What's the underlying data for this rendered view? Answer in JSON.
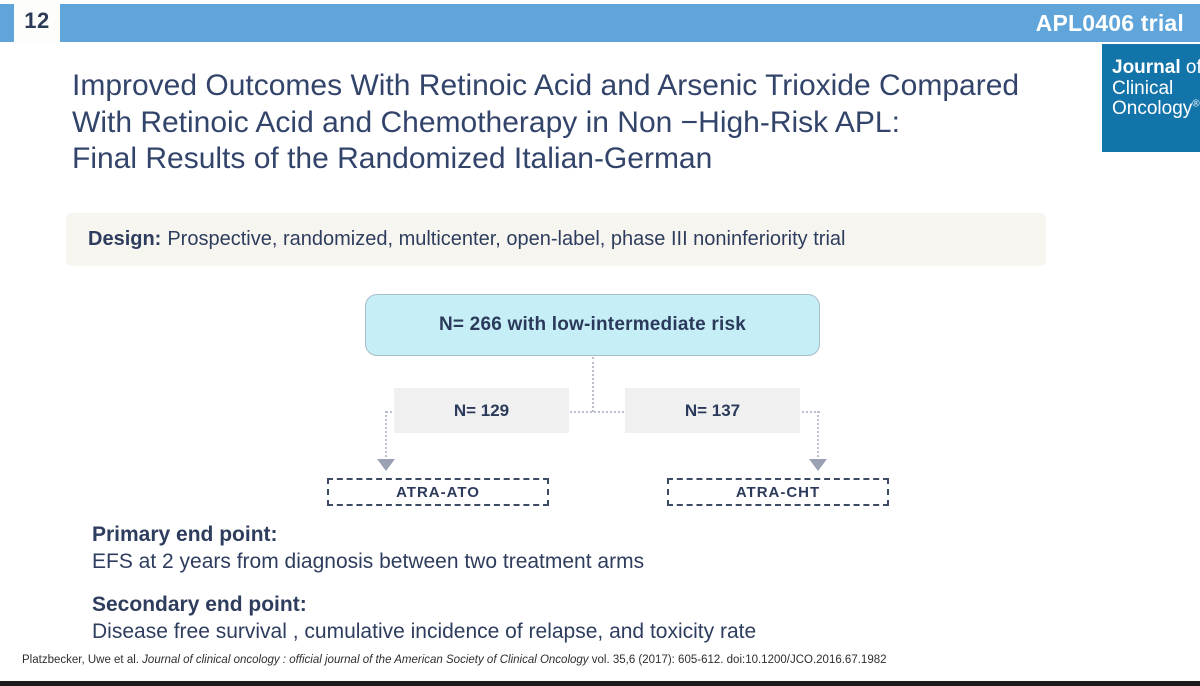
{
  "header": {
    "page_number": "12",
    "trial_name": "APL0406 trial",
    "bar_color": "#5fa5da"
  },
  "logo": {
    "line1_bold": "Journal",
    "line1_rest": " of",
    "line2": "Clinical",
    "line3": "Oncology",
    "registered_mark": "®",
    "box_color": "#1374a9"
  },
  "title": {
    "line1": "Improved Outcomes With Retinoic Acid and Arsenic Trioxide Compared",
    "line2": "With Retinoic Acid and Chemotherapy in Non −High-Risk APL:",
    "line3": "Final Results of the Randomized Italian-German",
    "color": "#33446b"
  },
  "design": {
    "label": "Design:",
    "text": "Prospective, randomized, multicenter, open-label, phase III noninferiority trial",
    "background": "#f7f5ef"
  },
  "flowchart": {
    "cohort": {
      "label": "N= 266 with low-intermediate risk",
      "fill": "#c6eef6",
      "border": "#a7bdc9"
    },
    "arms": [
      {
        "label": "N= 129",
        "fill": "#f0f0f0"
      },
      {
        "label": "N= 137",
        "fill": "#f0f0f0"
      }
    ],
    "treatments": [
      {
        "label": "ATRA-ATO"
      },
      {
        "label": "ATRA-CHT"
      }
    ],
    "connector_color": "#b9bfcc",
    "arrow_color": "#9aa1b3"
  },
  "endpoints": {
    "primary_heading": "Primary end point:",
    "primary_text": "EFS at 2 years from diagnosis between two treatment arms",
    "secondary_heading": "Secondary end point:",
    "secondary_text": "Disease free survival , cumulative incidence of relapse, and toxicity rate"
  },
  "footer": {
    "authors": "Platzbecker, Uwe et al. ",
    "journal_italic": "Journal of clinical oncology : official journal of the American Society of Clinical Oncology",
    "volume_doi": " vol. 35,6 (2017): 605-612. doi:10.1200/JCO.2016.67.1982"
  }
}
